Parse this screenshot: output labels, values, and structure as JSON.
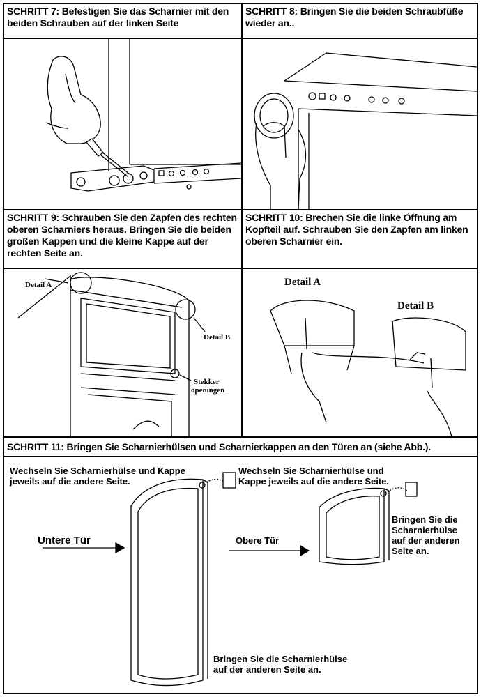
{
  "step7": {
    "step": "SCHRITT 7:",
    "text": " Befestigen Sie das Scharnier mit den beiden Schrauben auf der linken Seite"
  },
  "step8": {
    "step": "SCHRITT 8:",
    "text": " Bringen Sie die beiden Schraubfüße wieder an.."
  },
  "step9": {
    "step": "SCHRITT 9:",
    "text": " Schrauben Sie den Zapfen des rechten oberen Scharniers heraus. Bringen Sie die beiden großen Kappen und die kleine Kappe auf der rechten Seite an."
  },
  "step10": {
    "step": "SCHRITT 10:",
    "text": " Brechen Sie die linke Öffnung am Kopfteil auf. Schrauben Sie den Zapfen am linken oberen Scharnier ein."
  },
  "step11": {
    "step": "SCHRITT 11:",
    "text": " Bringen Sie Scharnierhülsen und Scharnierkappen an den Türen an (siehe Abb.)."
  },
  "labels": {
    "detail_a": "Detail A",
    "detail_b": "Detail B",
    "stekker": "Stekker",
    "openingen": "openingen",
    "detail_a_big": "Detail A",
    "detail_b_big": "Detail B",
    "swap_left": "Wechseln Sie Scharnierhülse und Kappe jeweils auf die andere Seite.",
    "swap_right": "Wechseln Sie Scharnierhülse und Kappe jeweils auf die andere Seite.",
    "untere_tuer": "Untere Tür",
    "obere_tuer": "Obere Tür",
    "bring_right": "Bringen Sie die Scharnierhülse auf der anderen Seite an.",
    "bring_bottom": "Bringen Sie die Scharnierhülse auf der anderen Seite an."
  }
}
